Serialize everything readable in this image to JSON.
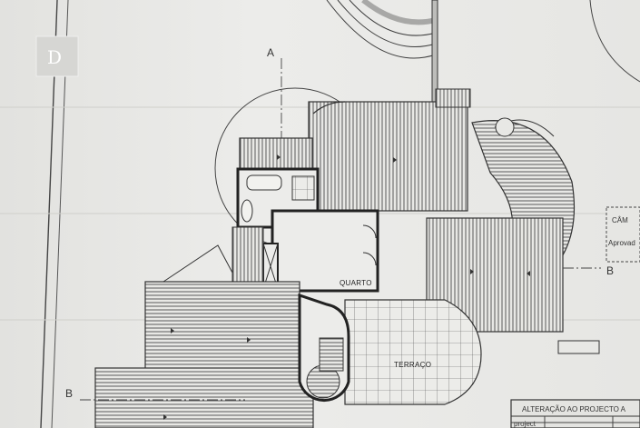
{
  "logo": {
    "letter": "D"
  },
  "section_markers": {
    "a_top": "A",
    "b_left": "B",
    "b_right": "B"
  },
  "rooms": {
    "quarto": "QUARTO",
    "terraco": "TERRAÇO"
  },
  "stamp": {
    "line1": "CÂM",
    "line2": "Aprovad"
  },
  "title_block": {
    "heading": "ALTERAÇÃO AO PROJECTO A",
    "row1": "project"
  },
  "colors": {
    "paper": "#e9e9e7",
    "ink": "#3a3a3a",
    "hatch": "#555555"
  }
}
